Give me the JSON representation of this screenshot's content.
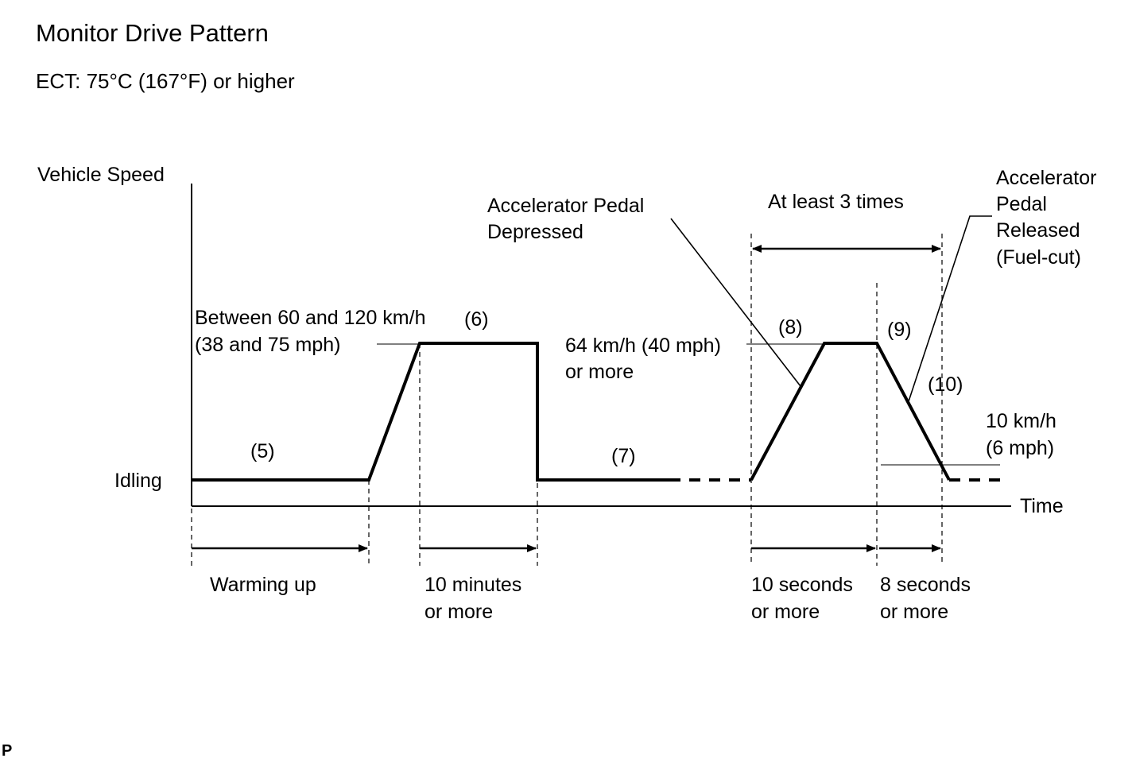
{
  "title": "Monitor Drive Pattern",
  "condition": "ECT: 75°C (167°F) or higher",
  "axes": {
    "y_label": "Vehicle Speed",
    "x_label": "Time",
    "idle_label": "Idling"
  },
  "steps": {
    "s5": "(5)",
    "s6": "(6)",
    "s7": "(7)",
    "s8": "(8)",
    "s9": "(9)",
    "s10": "(10)"
  },
  "speeds": {
    "range_line1": "Between 60 and 120 km/h",
    "range_line2": "(38 and 75 mph)",
    "min64_line1": "64 km/h (40 mph)",
    "min64_line2": "or more",
    "low10_line1": "10 km/h",
    "low10_line2": "(6 mph)"
  },
  "callouts": {
    "depressed_line1": "Accelerator Pedal",
    "depressed_line2": "Depressed",
    "released_line1": "Accelerator",
    "released_line2": "Pedal",
    "released_line3": "Released",
    "released_line4": "(Fuel-cut)",
    "repeat": "At least 3 times"
  },
  "durations": {
    "warmup": "Warming up",
    "ten_min_line1": "10 minutes",
    "ten_min_line2": "or more",
    "ten_sec_line1": "10 seconds",
    "ten_sec_line2": "or more",
    "eight_sec_line1": "8 seconds",
    "eight_sec_line2": "or more"
  },
  "corner_mark": "P"
}
